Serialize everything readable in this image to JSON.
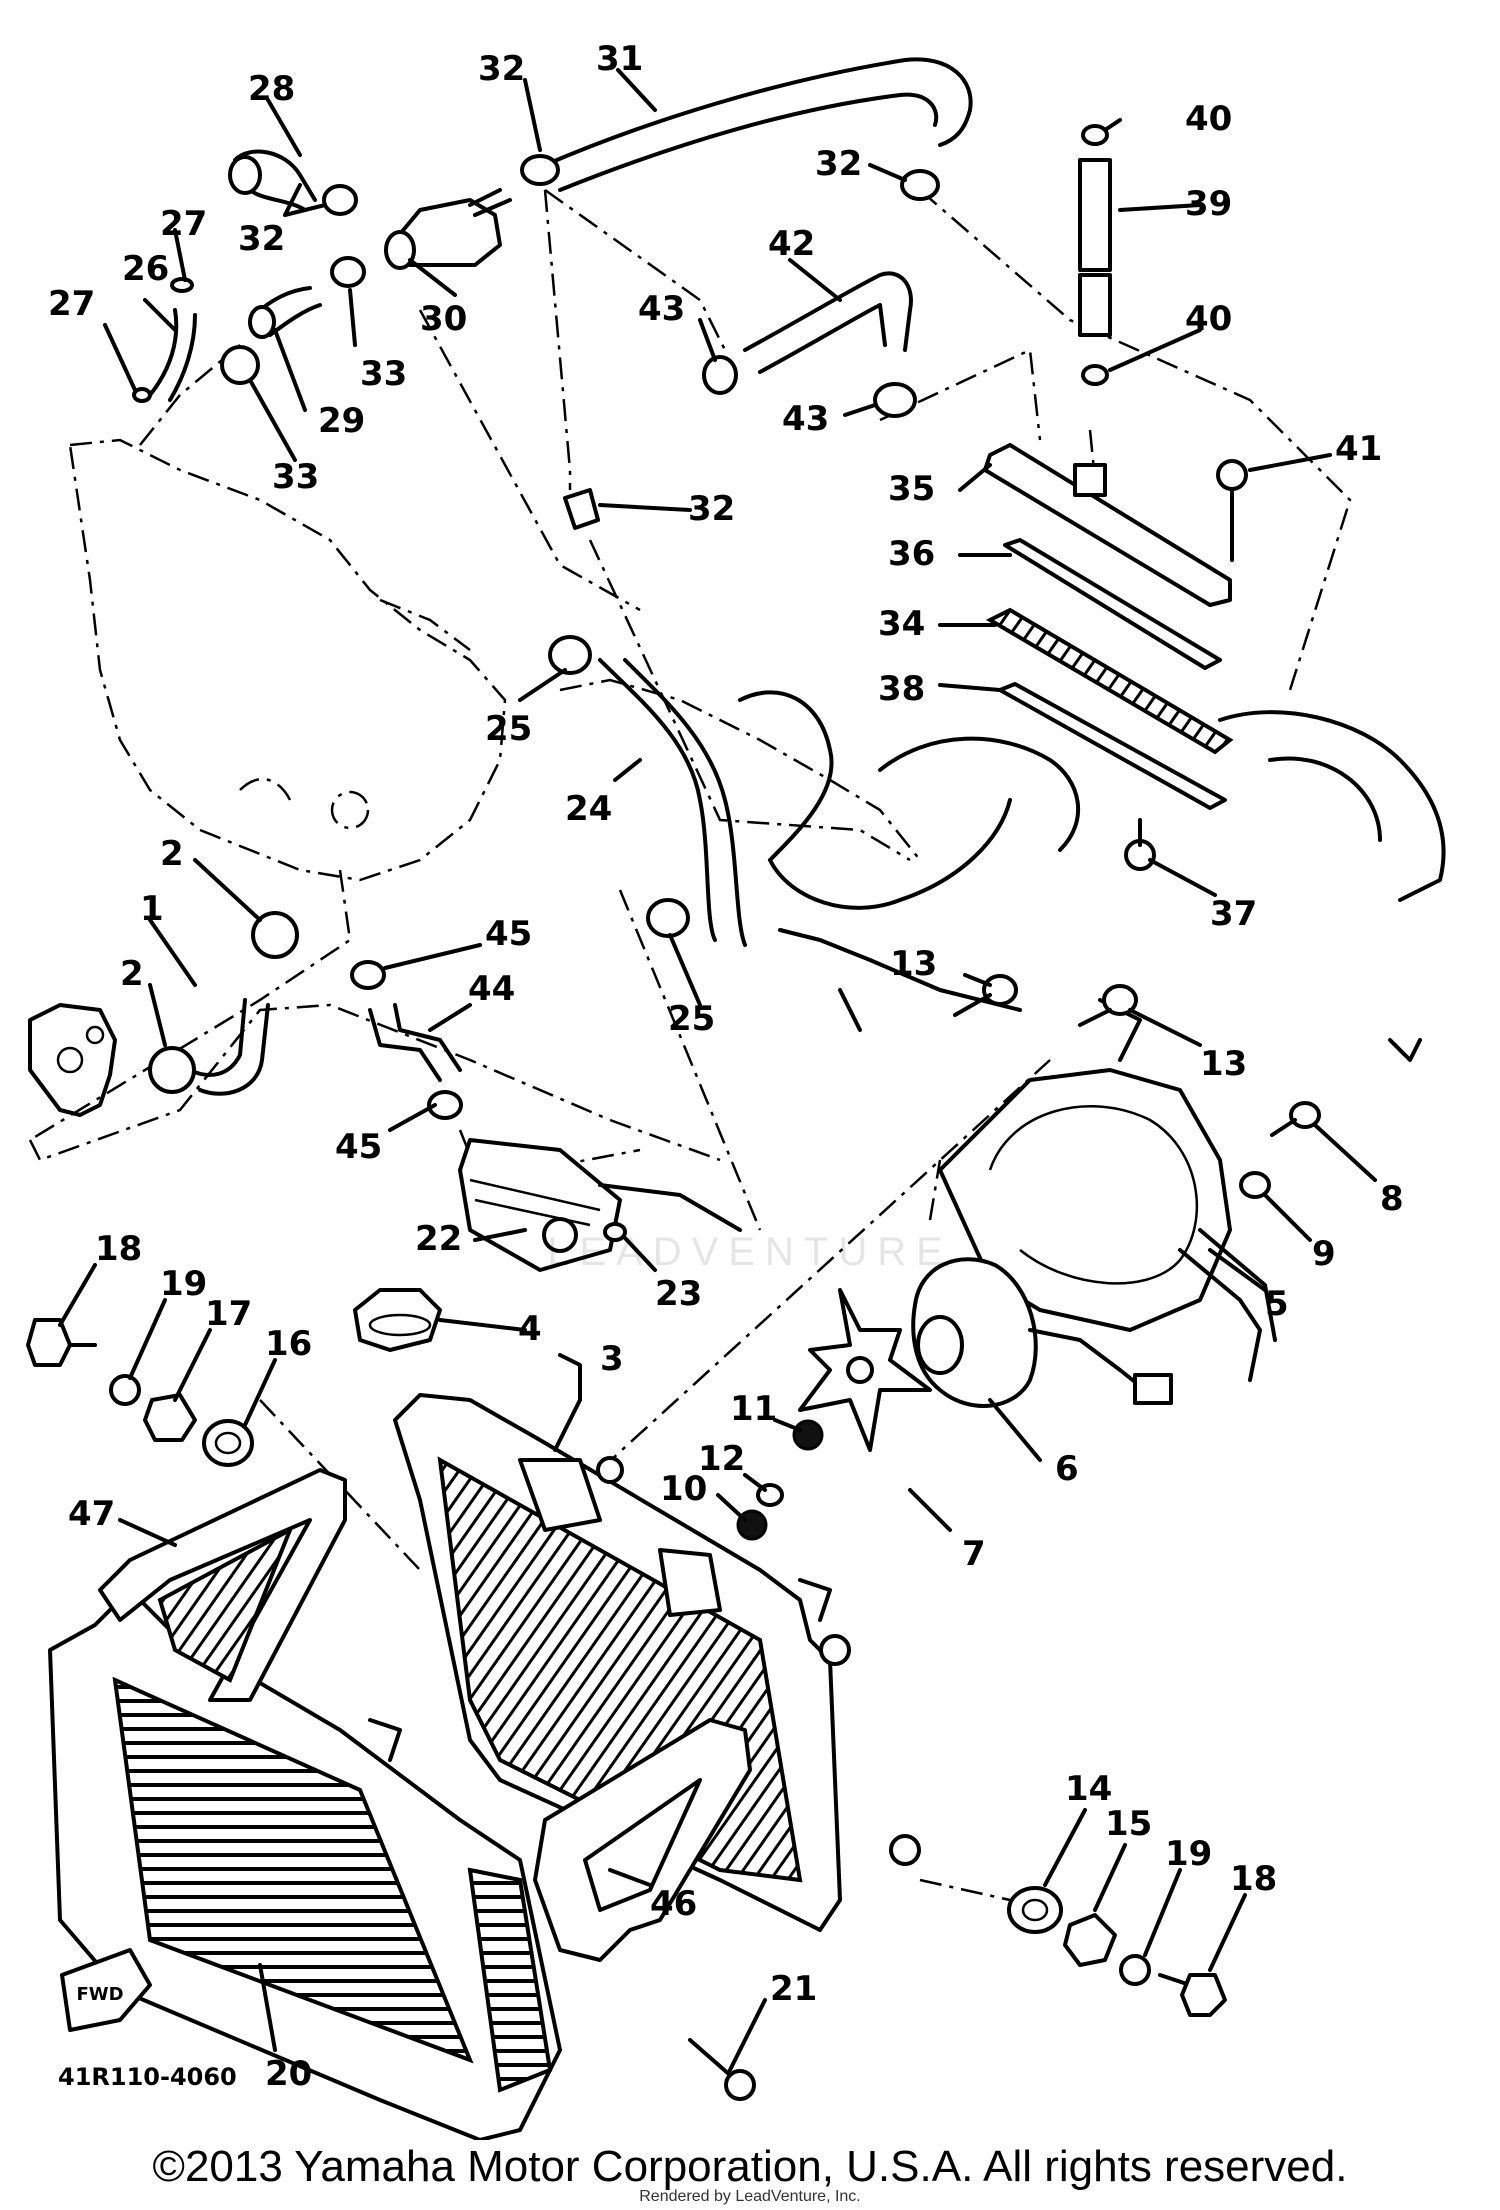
{
  "diagram": {
    "drawing_code": "41R110-4060",
    "fwd_tag": "FWD",
    "callouts": [
      "1",
      "2",
      "2",
      "3",
      "4",
      "5",
      "6",
      "7",
      "8",
      "9",
      "10",
      "11",
      "12",
      "13",
      "13",
      "14",
      "15",
      "16",
      "17",
      "18",
      "18",
      "19",
      "19",
      "20",
      "21",
      "22",
      "23",
      "24",
      "25",
      "25",
      "26",
      "27",
      "27",
      "28",
      "29",
      "30",
      "31",
      "32",
      "32",
      "32",
      "32",
      "33",
      "33",
      "34",
      "35",
      "36",
      "37",
      "38",
      "39",
      "40",
      "40",
      "41",
      "42",
      "43",
      "43",
      "44",
      "45",
      "45",
      "46",
      "47"
    ]
  },
  "watermark": "LEADVENTURE",
  "footer": {
    "copyright": "©2013 Yamaha Motor Corporation, U.S.A. All rights reserved.",
    "rendered_by": "Rendered by LeadVenture, Inc."
  }
}
